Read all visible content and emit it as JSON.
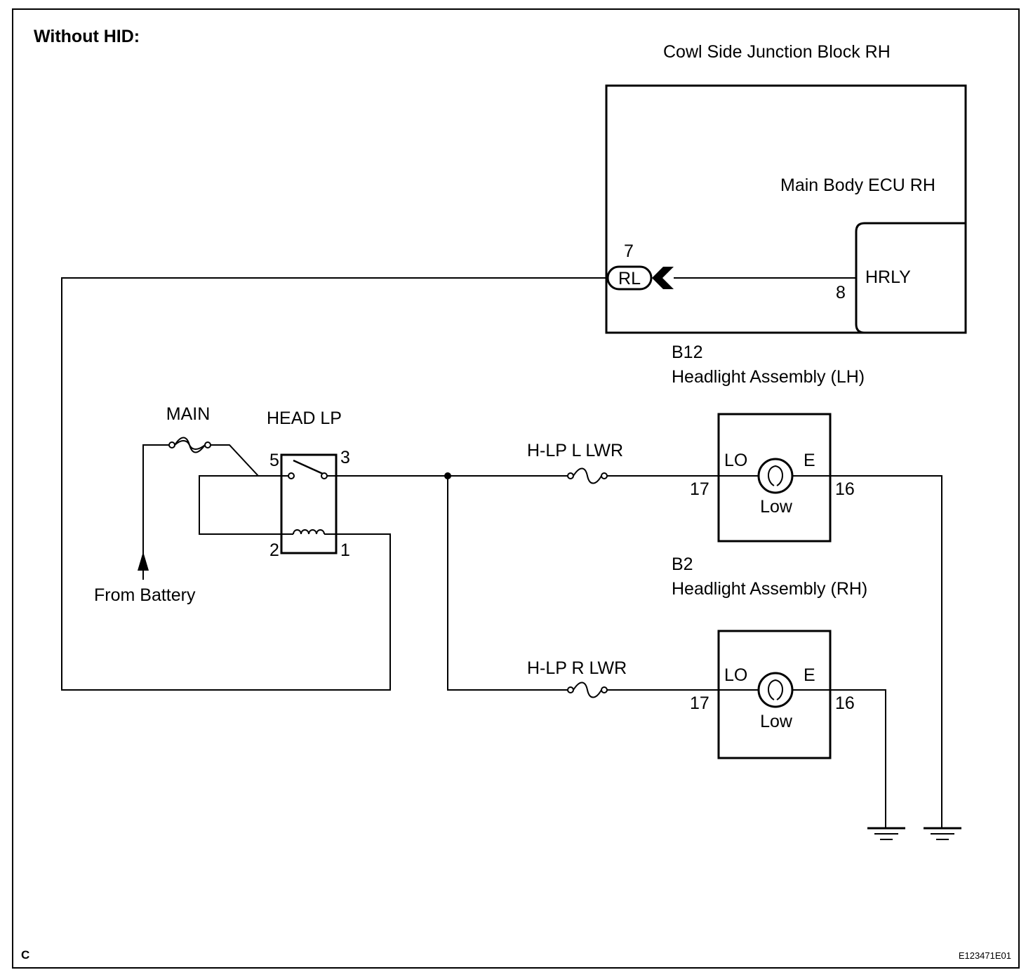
{
  "header": {
    "title": "Without HID:"
  },
  "footer": {
    "left_code": "C",
    "figure_id": "E123471E01"
  },
  "junction_block": {
    "label": "Cowl Side Junction Block RH"
  },
  "ecu": {
    "label": "Main Body ECU RH",
    "block_label": "HRLY",
    "terminal": "8"
  },
  "connector": {
    "label": "RL",
    "terminal": "7"
  },
  "main_fuse": {
    "label": "MAIN"
  },
  "battery": {
    "label": "From Battery"
  },
  "relay": {
    "label": "HEAD LP",
    "pin_5": "5",
    "pin_3": "3",
    "pin_2": "2",
    "pin_1": "1"
  },
  "fuse_left": {
    "label": "H-LP L LWR"
  },
  "fuse_right": {
    "label": "H-LP R LWR"
  },
  "headlight_lh": {
    "code": "B12",
    "name": "Headlight Assembly (LH)",
    "lo_label": "LO",
    "e_label": "E",
    "pin_in": "17",
    "pin_out": "16",
    "lamp_label": "Low"
  },
  "headlight_rh": {
    "code": "B2",
    "name": "Headlight Assembly (RH)",
    "lo_label": "LO",
    "e_label": "E",
    "pin_in": "17",
    "pin_out": "16",
    "lamp_label": "Low"
  }
}
